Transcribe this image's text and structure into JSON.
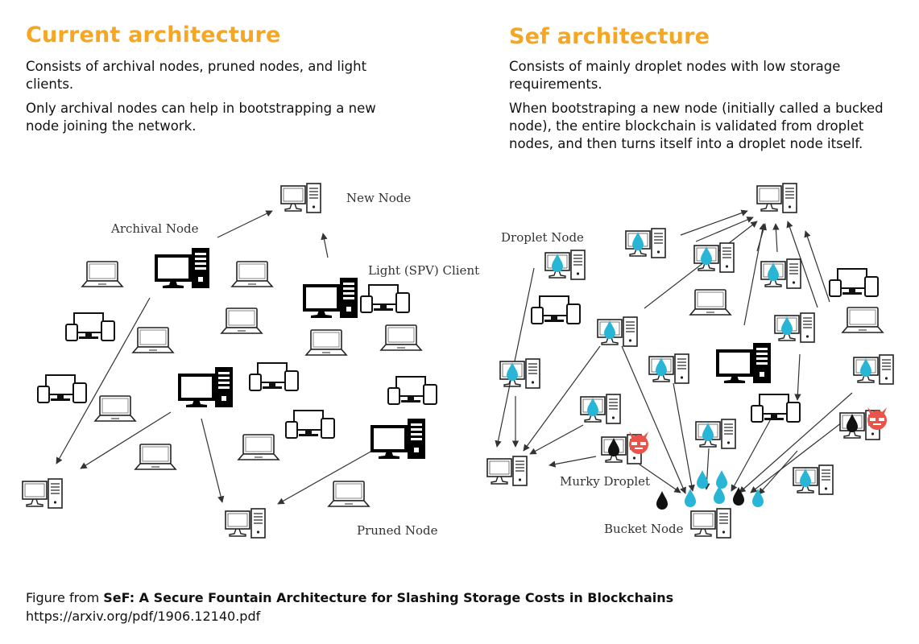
{
  "colors": {
    "accent": "#f5a623",
    "droplet": "#29b6d6",
    "murky": "#111111",
    "malicious": "#e8534a"
  },
  "left": {
    "title": "Current architecture",
    "paragraphs": [
      "Consists of archival nodes, pruned nodes, and light clients.",
      "Only archival nodes can help in bootstrapping a new node joining the network."
    ],
    "labels": {
      "new_node": "New Node",
      "archival_node": "Archival Node",
      "light_client": "Light (SPV) Client",
      "pruned_node": "Pruned Node"
    }
  },
  "right": {
    "title": "Sef architecture",
    "paragraphs": [
      "Consists of mainly droplet nodes with low storage requirements.",
      "When bootstraping a new node (initially called a bucked node), the entire blockchain is validated from droplet nodes, and then turns itself into a droplet node itself."
    ],
    "labels": {
      "droplet_node": "Droplet Node",
      "murky_droplet": "Murky Droplet",
      "bucket_node": "Bucket Node"
    }
  },
  "caption": {
    "prefix": "Figure from ",
    "paper_title": "SeF: A Secure Fountain Architecture for Slashing Storage Costs in Blockchains",
    "url": "https://arxiv.org/pdf/1906.12140.pdf"
  }
}
